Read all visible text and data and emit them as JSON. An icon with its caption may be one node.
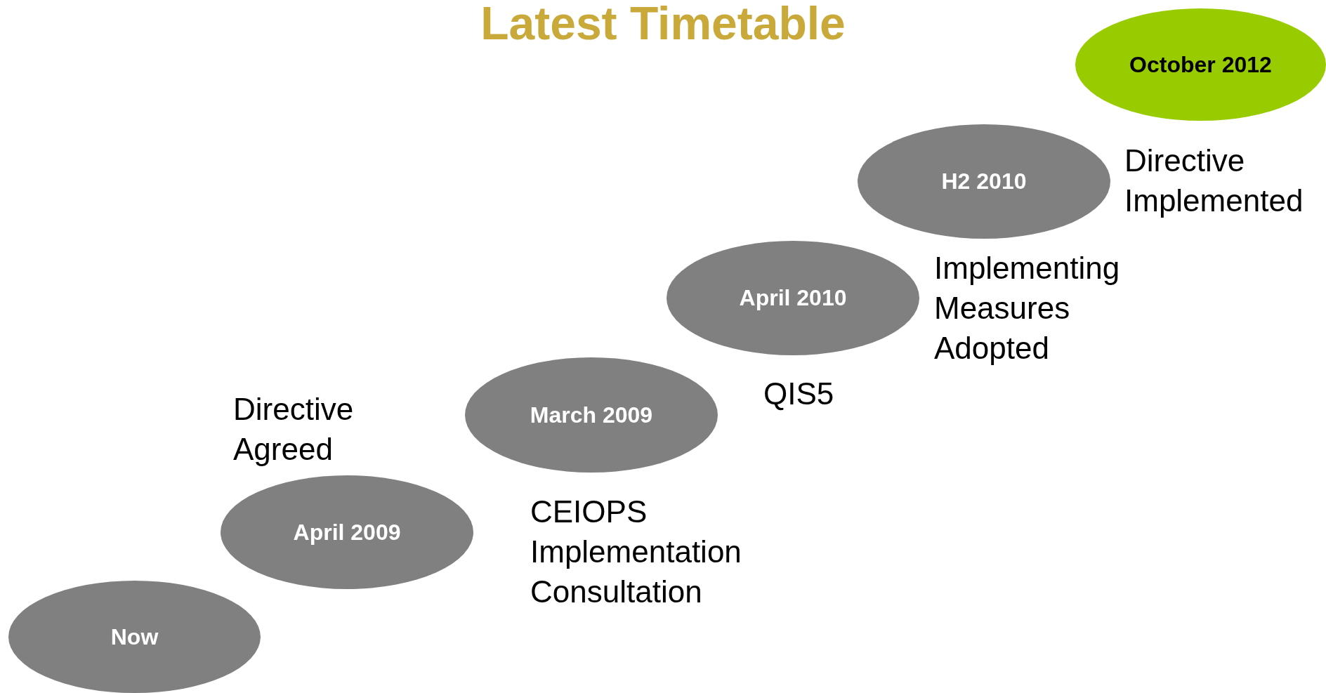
{
  "diagram": {
    "title": "Latest Timetable",
    "nodes": [
      {
        "text": [
          "Now"
        ]
      },
      {
        "text": [
          "April 2009"
        ],
        "beside": [
          "Directive Agreed"
        ]
      },
      {
        "text": [
          "March 2009"
        ],
        "beside": [
          "CEIOPS Implementation Consultation"
        ]
      },
      {
        "text": [
          "April 2010"
        ],
        "beside": [
          "QIS5"
        ]
      },
      {
        "text": [
          "H2 2010"
        ],
        "beside": [
          "Implementing Measures Adopted"
        ]
      },
      {
        "text": [
          "October 2012"
        ],
        "beside": [
          "Directive Implemented"
        ]
      }
    ],
    "edges": []
  }
}
